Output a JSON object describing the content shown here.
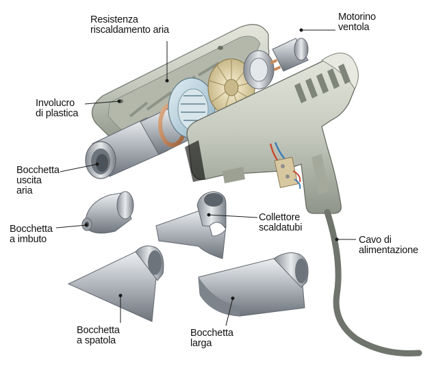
{
  "labels": {
    "resistenza": "Resistenza\nriscaldamento aria",
    "motorino": "Motorino\nventola",
    "involucro": "Involucro\ndi plastica",
    "bocchetta_uscita": "Bocchetta\nuscita\naria",
    "bocchetta_imbuto": "Bocchetta\na imbuto",
    "collettore": "Collettore\nscaldatubi",
    "cavo": "Cavo di\nalimentazione",
    "bocchetta_spatola": "Bocchetta\na spatola",
    "bocchetta_larga": "Bocchetta\nlarga"
  },
  "colors": {
    "housing": "#c9ccc0",
    "housing_dark": "#8e9488",
    "metal": "#b9bec4",
    "metal_dark": "#7d848c",
    "copper": "#c98a5a",
    "cable": "#6f746c",
    "blue_ring": "#b8d2de"
  }
}
